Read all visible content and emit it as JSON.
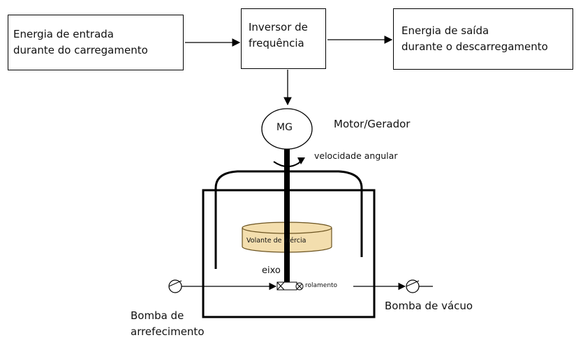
{
  "boxes": {
    "input": {
      "line1": "Energia de entrada",
      "line2": "durante do carregamento"
    },
    "inverter": {
      "line1": "Inversor de",
      "line2": "frequência"
    },
    "output": {
      "line1": "Energia de saída",
      "line2": "durante o descarregamento"
    }
  },
  "motor": {
    "symbol": "MG",
    "label": "Motor/Gerador"
  },
  "angular_speed_label": "velocidade angular",
  "flywheel_label": "Volante de inércia",
  "shaft_label": "eixo",
  "bearing_label": "rolamento",
  "cooling_pump": {
    "line1": "Bomba de",
    "line2": "arrefecimento"
  },
  "vacuum_pump_label": "Bomba de vácuo",
  "colors": {
    "line": "#000000",
    "flywheel_fill": "#f3deae",
    "flywheel_stroke": "#6b5320"
  }
}
